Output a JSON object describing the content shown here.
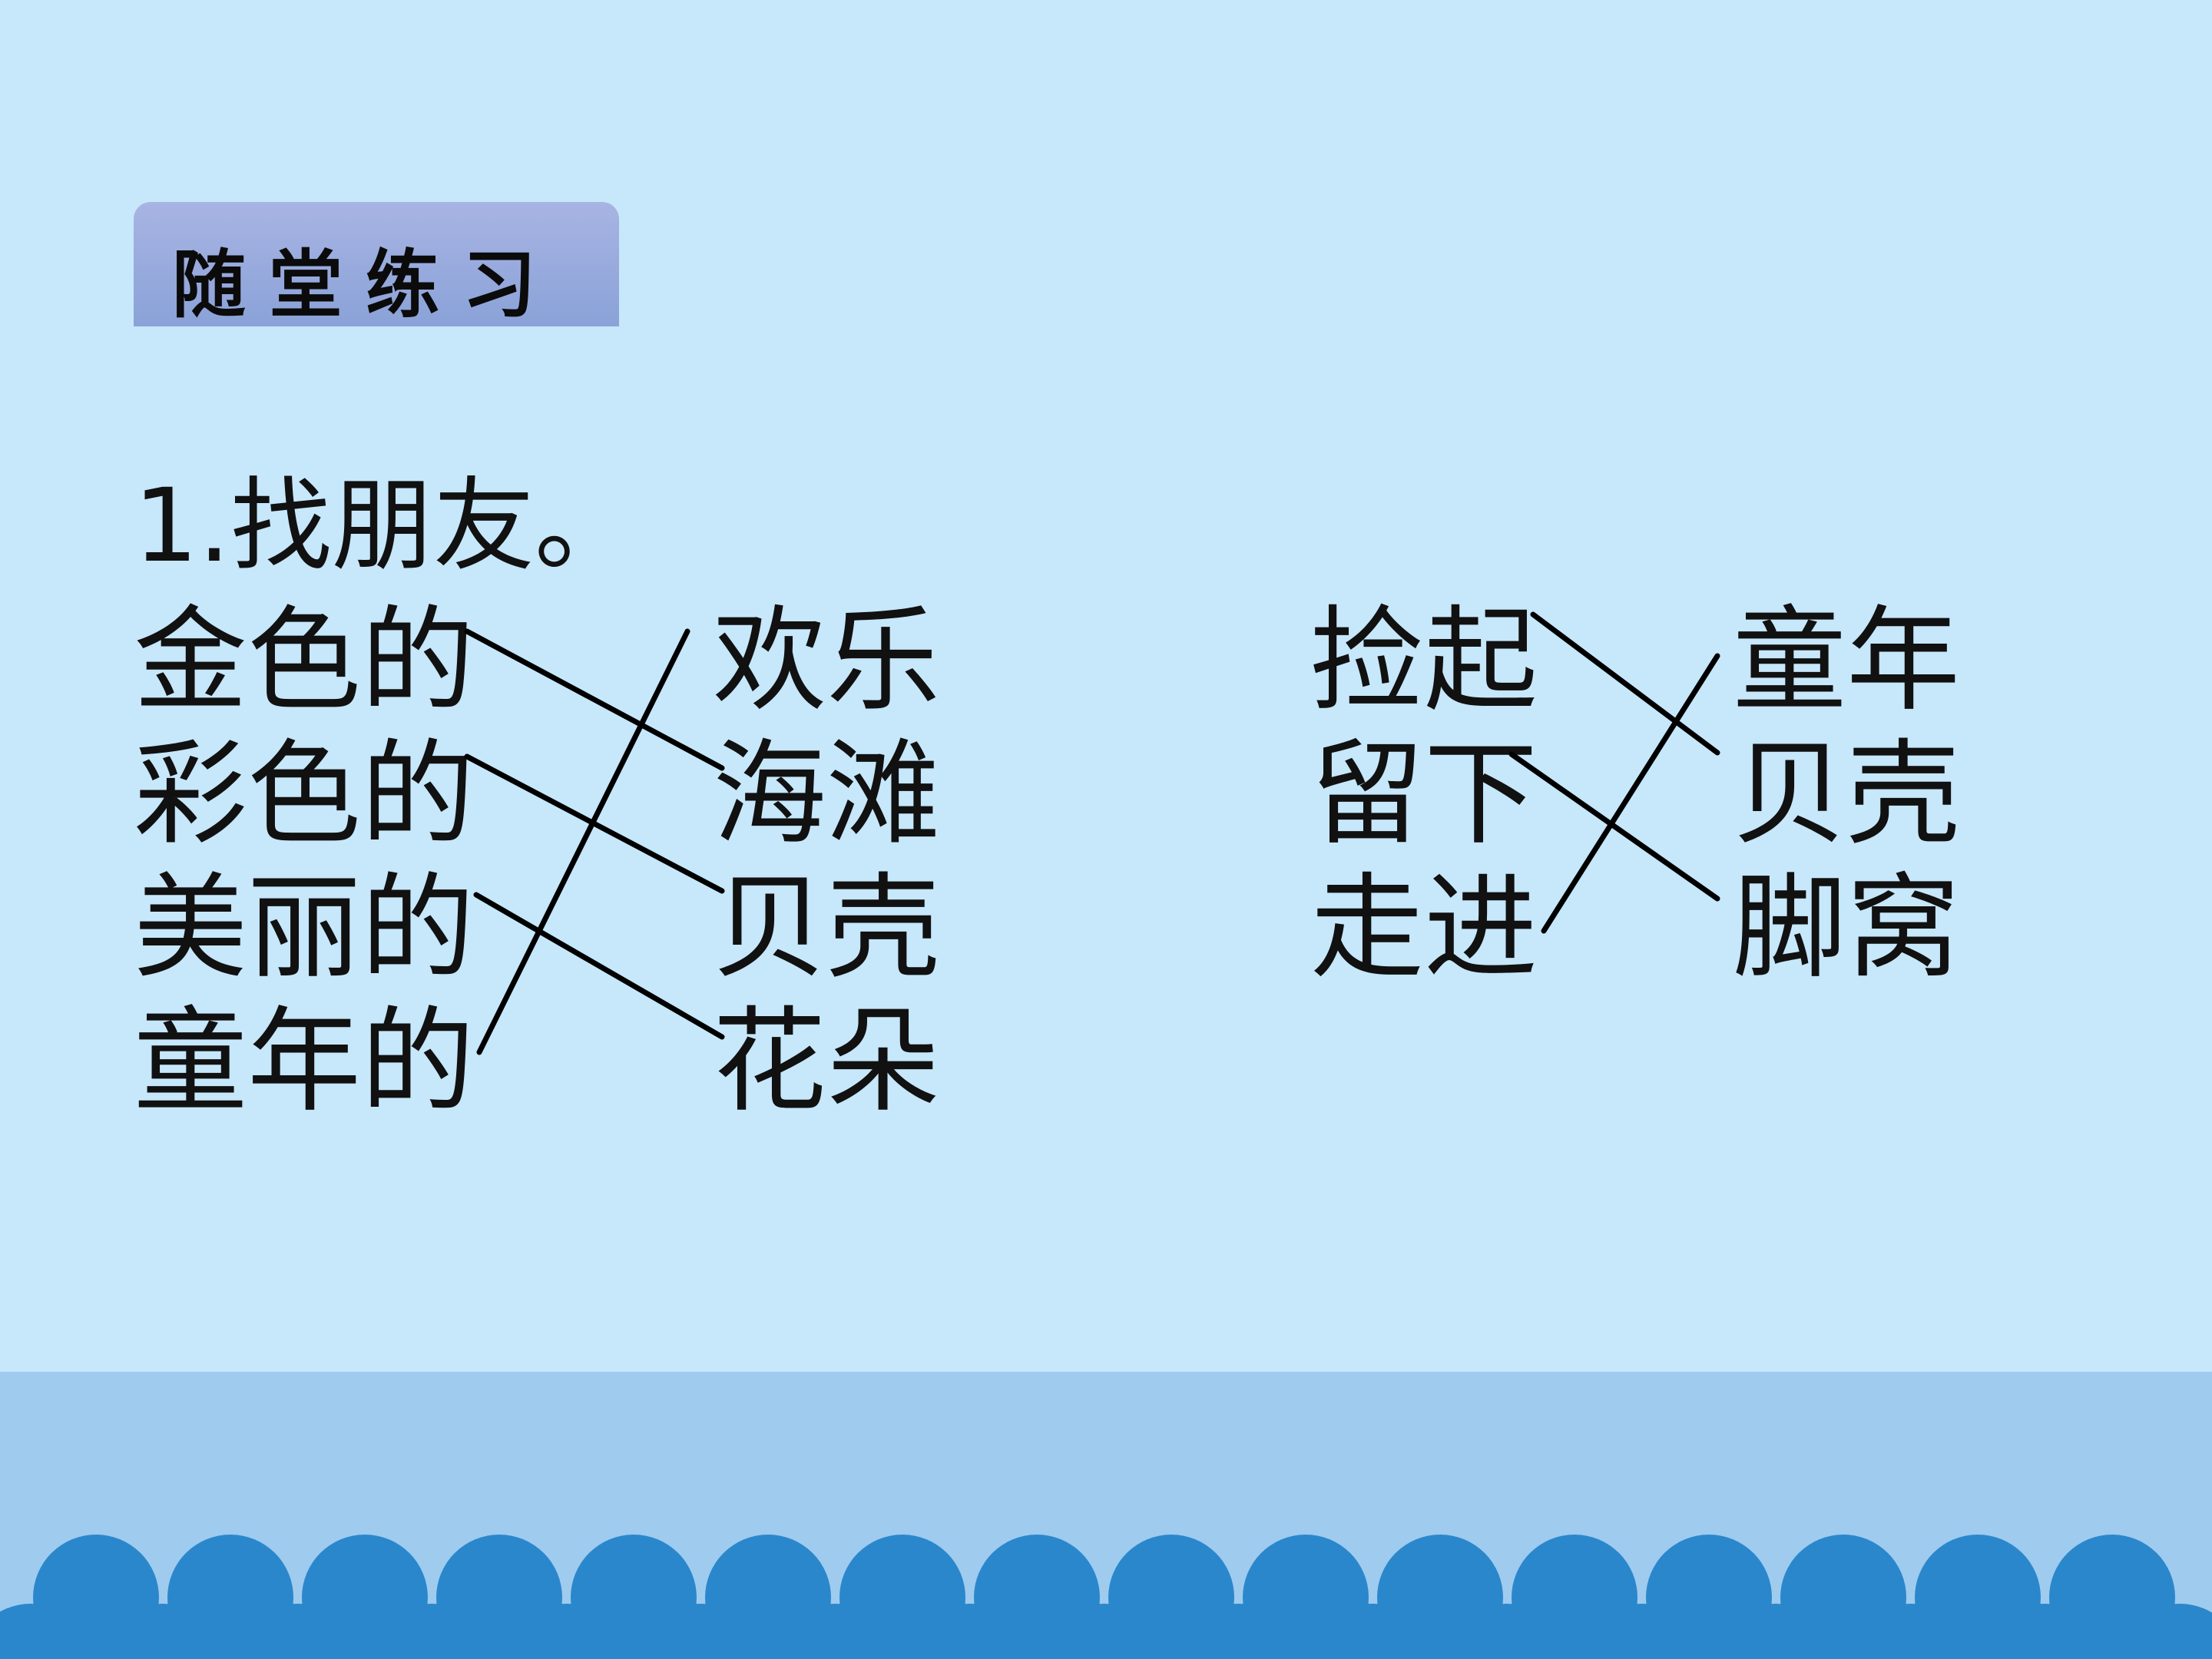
{
  "badge": {
    "text": "随堂练习"
  },
  "exercise": {
    "heading": "1.找朋友。",
    "group1": {
      "left": [
        "金色的",
        "彩色的",
        "美丽的",
        "童年的"
      ],
      "right": [
        "欢乐",
        "海滩",
        "贝壳",
        "花朵"
      ]
    },
    "group2": {
      "left": [
        "捡起",
        "留下",
        "走进"
      ],
      "right": [
        "童年",
        "贝壳",
        "脚窝"
      ]
    }
  },
  "colors": {
    "background": "#c7e7fb",
    "badge": "#95a9dc",
    "sea": "#9fcbef",
    "waves": "#2a87cc"
  }
}
